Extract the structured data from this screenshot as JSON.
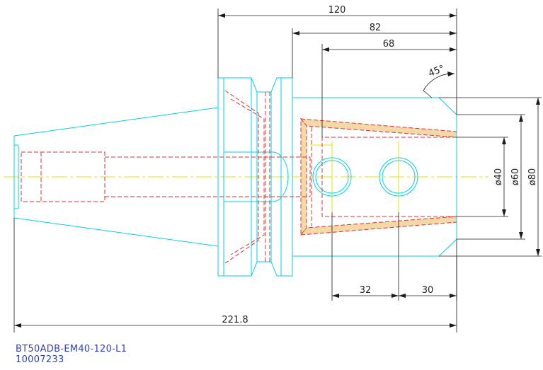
{
  "colors": {
    "outline": "#00d2e6",
    "hidden": "#e03030",
    "fill": "#f3d8a8",
    "centerline": "#e6e600",
    "dimension": "#1a1a1a",
    "caption": "#2b3fb0"
  },
  "dimensions": {
    "overall_length": "221.8",
    "length_120": "120",
    "length_82": "82",
    "length_68": "68",
    "angle": "45°",
    "dia_40": "ø40",
    "dia_60": "ø60",
    "dia_80": "ø80",
    "hole_spacing_32": "32",
    "hole_spacing_30": "30"
  },
  "caption": {
    "model": "BT50ADB-EM40-120-L1",
    "part_number": "10007233"
  }
}
